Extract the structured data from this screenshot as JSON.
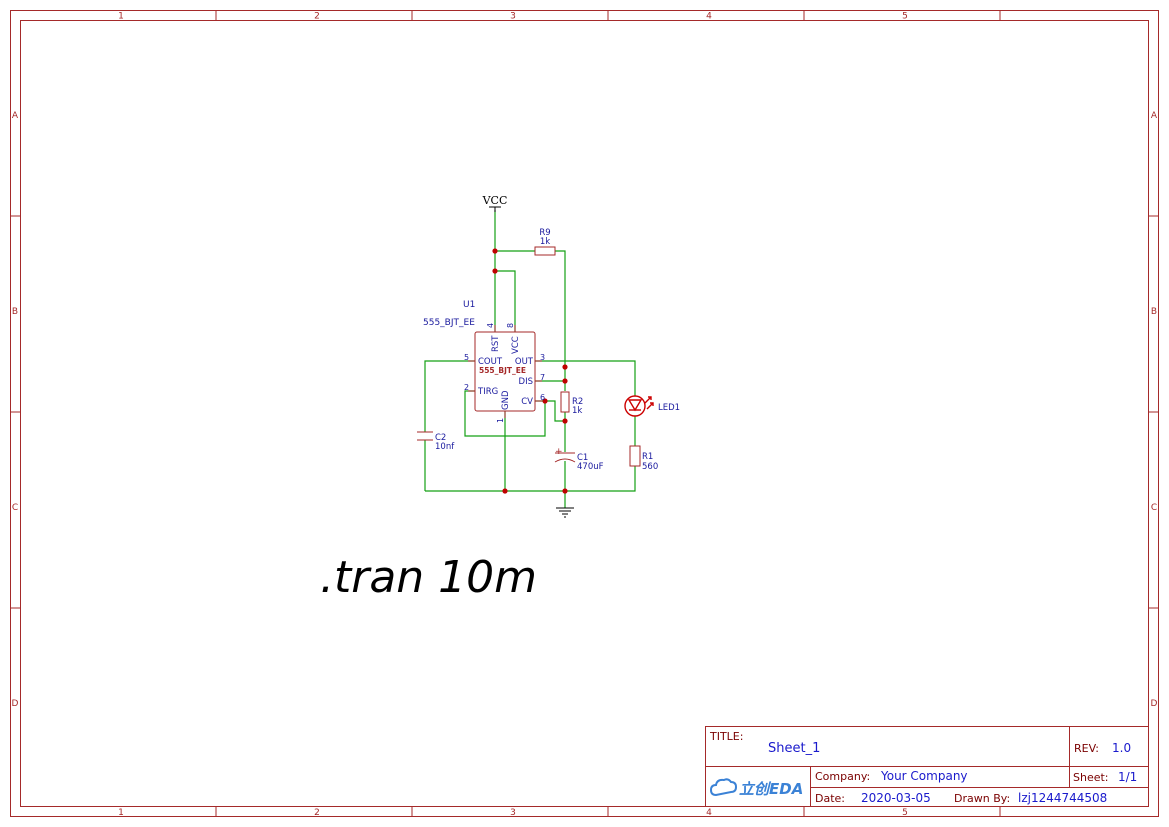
{
  "frame": {
    "col_labels": [
      "1",
      "2",
      "3",
      "4",
      "5"
    ],
    "row_labels": [
      "A",
      "B",
      "C",
      "D"
    ]
  },
  "schematic": {
    "power_label": "VCC",
    "directive": ".tran 10m",
    "u1": {
      "ref": "U1",
      "value": "555_BJT_EE",
      "body_label": "555_BJT_EE",
      "pins": {
        "rst_name": "RST",
        "rst_num": "4",
        "vcc_name": "VCC",
        "vcc_num": "8",
        "cout_name": "COUT",
        "cout_num": "5",
        "out_name": "OUT",
        "out_num": "3",
        "dis_name": "DIS",
        "dis_num": "7",
        "tirg_name": "TIRG",
        "tirg_num": "2",
        "cv_name": "CV",
        "cv_num": "6",
        "gnd_name": "GND",
        "gnd_num": "1"
      }
    },
    "r9": {
      "ref": "R9",
      "value": "1k"
    },
    "r2": {
      "ref": "R2",
      "value": "1k"
    },
    "r1": {
      "ref": "R1",
      "value": "560"
    },
    "c1": {
      "ref": "C1",
      "value": "470uF",
      "polarity": "+"
    },
    "c2": {
      "ref": "C2",
      "value": "10nf"
    },
    "led1": {
      "ref": "LED1"
    }
  },
  "title_block": {
    "title_label": "TITLE:",
    "title_value": "Sheet_1",
    "rev_label": "REV:",
    "rev_value": "1.0",
    "logo_text": "立创EDA",
    "company_label": "Company:",
    "company_value": "Your Company",
    "sheet_label": "Sheet:",
    "sheet_value": "1/1",
    "date_label": "Date:",
    "date_value": "2020-03-05",
    "drawn_label": "Drawn By:",
    "drawn_value": "lzj1244744508"
  }
}
